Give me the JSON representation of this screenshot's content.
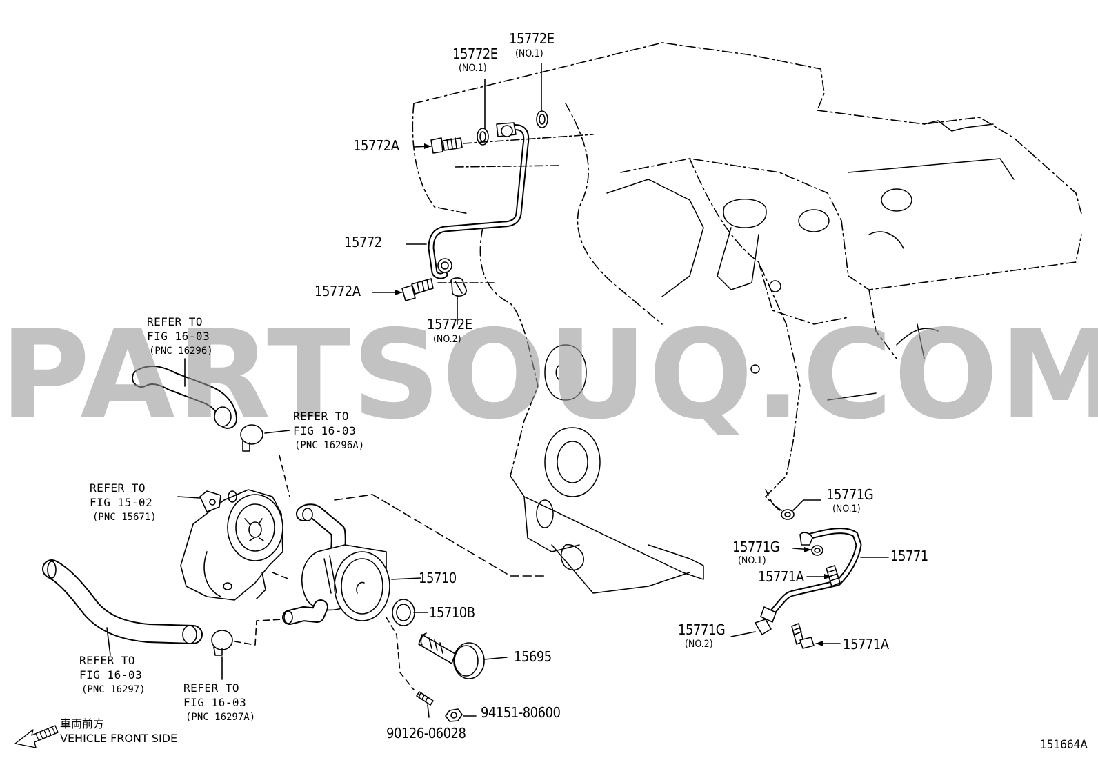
{
  "diagram_id": "151664A",
  "watermark": "PARTSOUQ.COM",
  "direction": {
    "jp": "車両前方",
    "en": "VEHICLE FRONT SIDE"
  },
  "labels": {
    "p15772E_1a": "15772E",
    "p15772E_1a_sub": "(NO.1)",
    "p15772E_1b": "15772E",
    "p15772E_1b_sub": "(NO.1)",
    "p15772A_top": "15772A",
    "p15772": "15772",
    "p15772A_bot": "15772A",
    "p15772E_2": "15772E",
    "p15772E_2_sub": "(NO.2)",
    "p15710": "15710",
    "p15710B": "15710B",
    "p15695": "15695",
    "p94151": "94151-80600",
    "p90126": "90126-06028",
    "p15771G_1a": "15771G",
    "p15771G_1a_sub": "(NO.1)",
    "p15771G_1b": "15771G",
    "p15771G_1b_sub": "(NO.1)",
    "p15771": "15771",
    "p15771A_a": "15771A",
    "p15771G_2": "15771G",
    "p15771G_2_sub": "(NO.2)",
    "p15771A_b": "15771A"
  },
  "references": {
    "r16296": {
      "line1": "REFER TO",
      "line2": "FIG 16-03",
      "pnc": "(PNC 16296)"
    },
    "r16296A": {
      "line1": "REFER TO",
      "line2": "FIG 16-03",
      "pnc": "(PNC 16296A)"
    },
    "r15671": {
      "line1": "REFER TO",
      "line2": "FIG 15-02",
      "pnc": "(PNC 15671)"
    },
    "r16297": {
      "line1": "REFER TO",
      "line2": "FIG 16-03",
      "pnc": "(PNC 16297)"
    },
    "r16297A": {
      "line1": "REFER TO",
      "line2": "FIG 16-03",
      "pnc": "(PNC 16297A)"
    }
  }
}
